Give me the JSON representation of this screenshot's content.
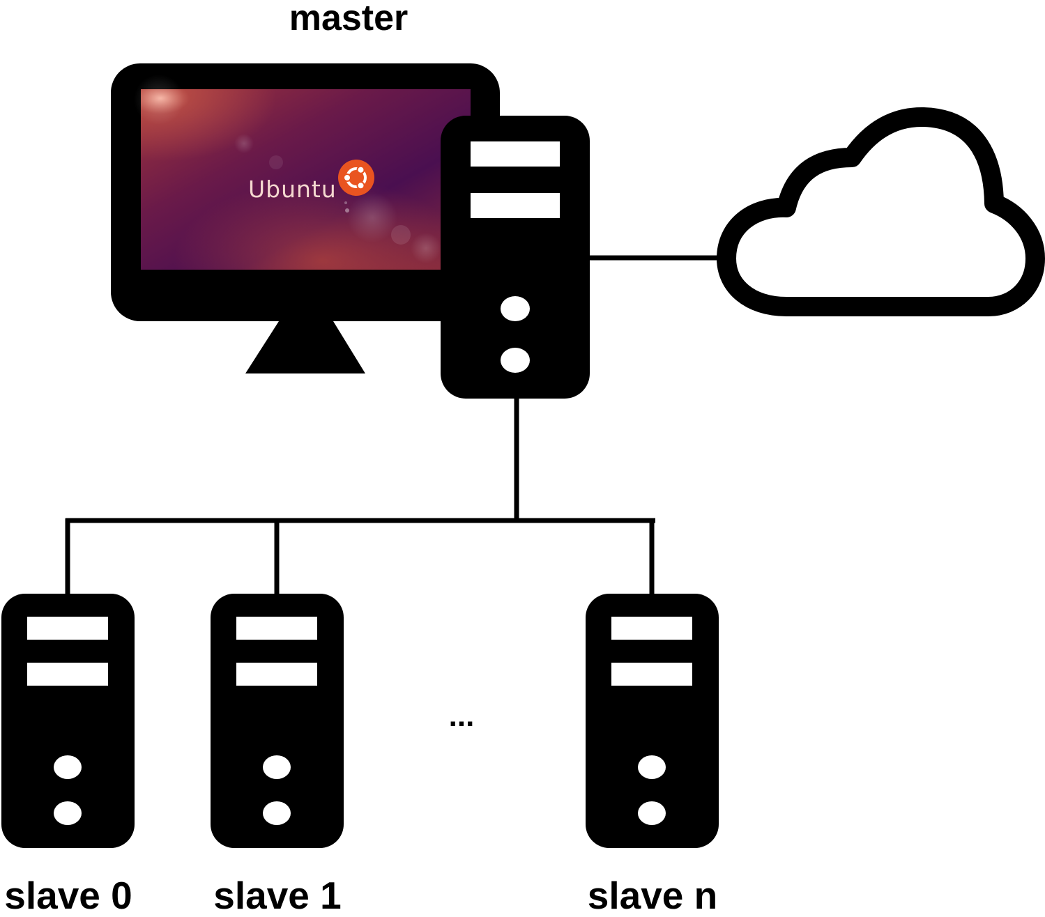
{
  "diagram": {
    "master": {
      "label": "master",
      "screen_logo_text": "Ubuntu"
    },
    "slaves": [
      {
        "label": "slave 0"
      },
      {
        "label": "slave 1"
      },
      {
        "label": "slave n"
      }
    ],
    "ellipsis": "...",
    "icons": {
      "monitor": "monitor-icon",
      "tower": "server-tower-icon",
      "cloud": "cloud-icon",
      "ubuntu_logo": "ubuntu-logo-icon"
    },
    "colors": {
      "line": "#000000",
      "screen_dark": "#4a0f4f",
      "screen_warm": "#b0403a",
      "ubuntu_orange": "#e95420"
    }
  }
}
